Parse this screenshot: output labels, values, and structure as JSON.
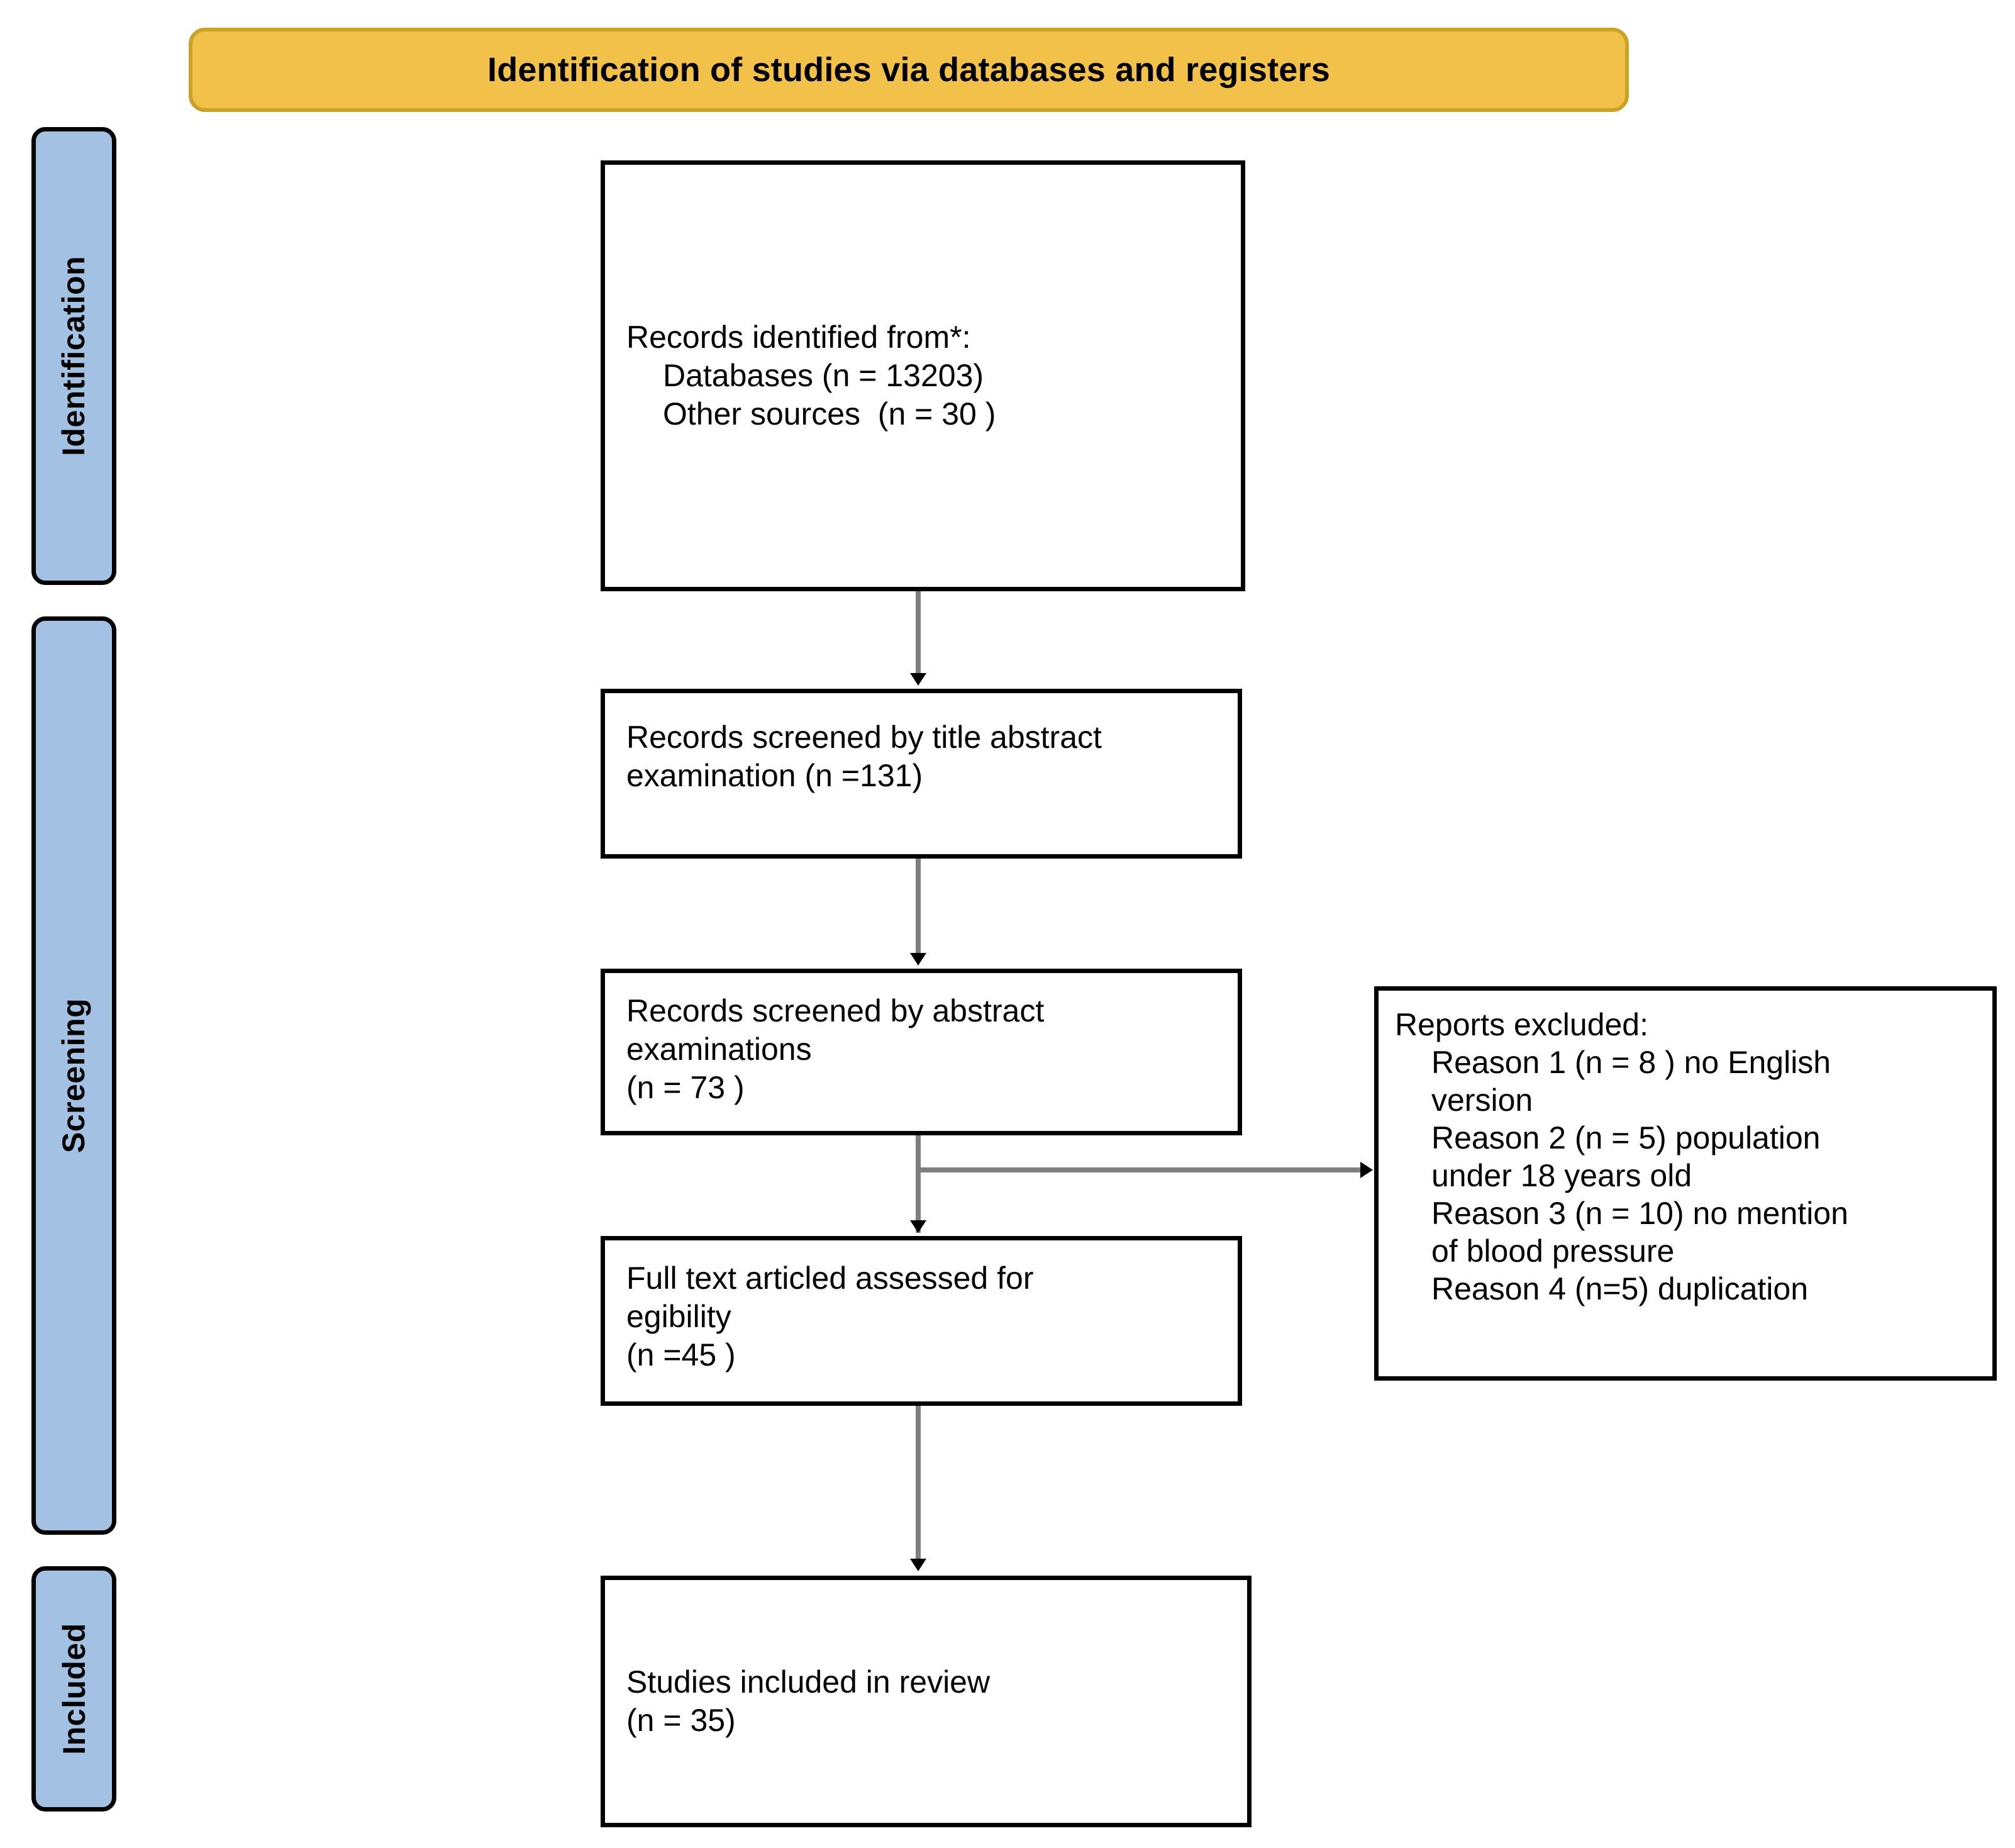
{
  "banner": {
    "title": "Identification of studies via databases and registers",
    "background_color": "#F2C14A",
    "border_color": "#C9A227"
  },
  "stages": {
    "color": "#A3C2E3",
    "identification": "Identification",
    "screening": "Screening",
    "included": "Included"
  },
  "boxes": {
    "identified": {
      "line1": "Records identified from*:",
      "line2": "Databases (n = 13203)",
      "line3": "Other sources  (n = 30 )"
    },
    "title_screened": {
      "line1": "Records screened by title abstract",
      "line2": "examination (n =131)"
    },
    "abstract_screened": {
      "line1": "Records screened by abstract",
      "line2": "examinations",
      "line3": "(n = 73 )"
    },
    "fulltext": {
      "line1": "Full text articled assessed for",
      "line2": "egibility",
      "line3": "(n =45 )"
    },
    "included": {
      "line1": "Studies included in review",
      "line2": "(n = 35)"
    },
    "excluded": {
      "line1": "Reports excluded:",
      "line2": "Reason 1 (n = 8 ) no English",
      "line3": "version",
      "line4": "Reason 2 (n = 5) population",
      "line5": "under 18 years old",
      "line6": "Reason 3 (n = 10) no mention",
      "line7": "of blood pressure",
      "line8": "Reason 4 (n=5) duplication"
    }
  },
  "connectors": {
    "line_color": "#7F7F7F",
    "arrow_color": "#000000"
  }
}
